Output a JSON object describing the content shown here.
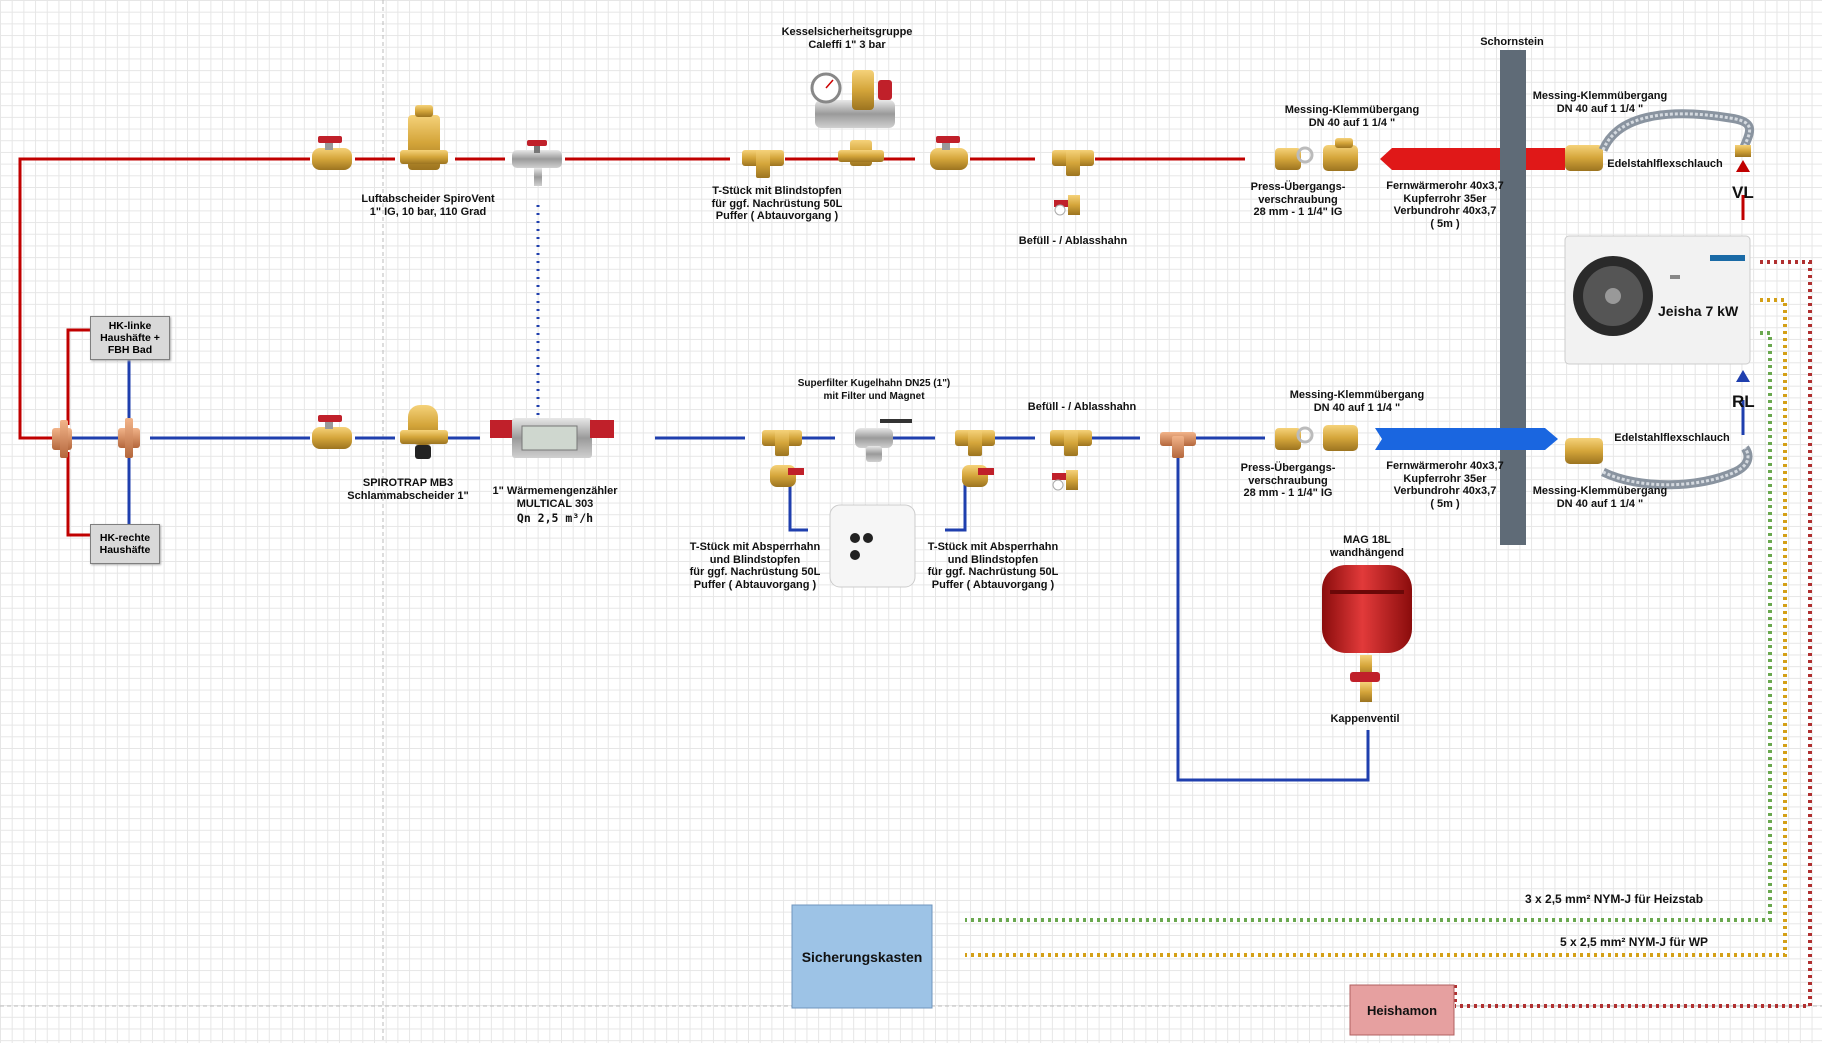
{
  "top": {
    "kessel_group": "Kesselsicherheitsgruppe\nCaleffi 1\" 3 bar",
    "luftabscheider": "Luftabscheider SpiroVent\n1\" IG, 10 bar, 110 Grad",
    "t_stueck_top": "T-Stück mit Blindstopfen\nfür ggf. Nachrüstung 50L\nPuffer ( Abtauvorgang )",
    "befuell_top": "Befüll - / Ablasshahn",
    "messing_top_left": "Messing-Klemmübergang\nDN 40 auf 1 1/4 \"",
    "press_top": "Press-Übergangs-\nverschraubung\n28 mm - 1 1/4\" IG",
    "fernwaerme_top": "Fernwärmerohr 40x3,7\nKupferrohr 35er\nVerbundrohr 40x3,7\n( 5m )",
    "schornstein": "Schornstein",
    "messing_top_right": "Messing-Klemmübergang\nDN 40 auf 1 1/4 \"",
    "edelstahl_top": "Edelstahlflexschlauch",
    "vl": "VL"
  },
  "left": {
    "hk_linke": "HK-linke\nHaushäfte +\nFBH Bad",
    "hk_rechte": "HK-rechte\nHaushäfte"
  },
  "bottom": {
    "spirotrap": "SPIROTRAP MB3\nSchlammabscheider 1\"",
    "waermemengenzaehler": "1\" Wärmemengenzähler\nMULTICAL 303",
    "qn": "Qn 2,5 m³/h",
    "superfilter": "Superfilter Kugelhahn DN25 (1\")\nmit Filter und Magnet",
    "befuell_bottom": "Befüll - / Ablasshahn",
    "t_stueck_left": "T-Stück mit Absperrhahn\nund Blindstopfen\nfür ggf. Nachrüstung 50L\nPuffer ( Abtauvorgang )",
    "t_stueck_right": "T-Stück mit Absperrhahn\nund Blindstopfen\nfür ggf. Nachrüstung 50L\nPuffer ( Abtauvorgang )",
    "messing_bottom_left": "Messing-Klemmübergang\nDN 40 auf 1 1/4 \"",
    "press_bottom": "Press-Übergangs-\nverschraubung\n28 mm - 1 1/4\" IG",
    "fernwaerme_bottom": "Fernwärmerohr 40x3,7\nKupferrohr 35er\nVerbundrohr 40x3,7\n( 5m )",
    "edelstahl_bottom": "Edelstahlflexschlauch",
    "messing_bottom_right": "Messing-Klemmübergang\nDN 40 auf 1 1/4 \"",
    "rl": "RL",
    "mag": "MAG 18L\nwandhängend",
    "kappenventil": "Kappenventil"
  },
  "heatpump": {
    "name": "Jeisha 7 kW"
  },
  "electrical": {
    "heizstab_cable": "3 x 2,5 mm² NYM-J für Heizstab",
    "wp_cable": "5 x 2,5 mm² NYM-J für WP",
    "sicherungskasten": "Sicherungskasten",
    "heishamon": "Heishamon"
  },
  "colors": {
    "supply_line": "#c00000",
    "return_line": "#1f3fae",
    "green_cable": "#6aa84f",
    "orange_cable": "#d4a017",
    "red_cable": "#b03030",
    "chimney": "#5f6b77",
    "sicherung_fill": "#9dc3e6",
    "heishamon_fill": "#e6a0a0"
  }
}
